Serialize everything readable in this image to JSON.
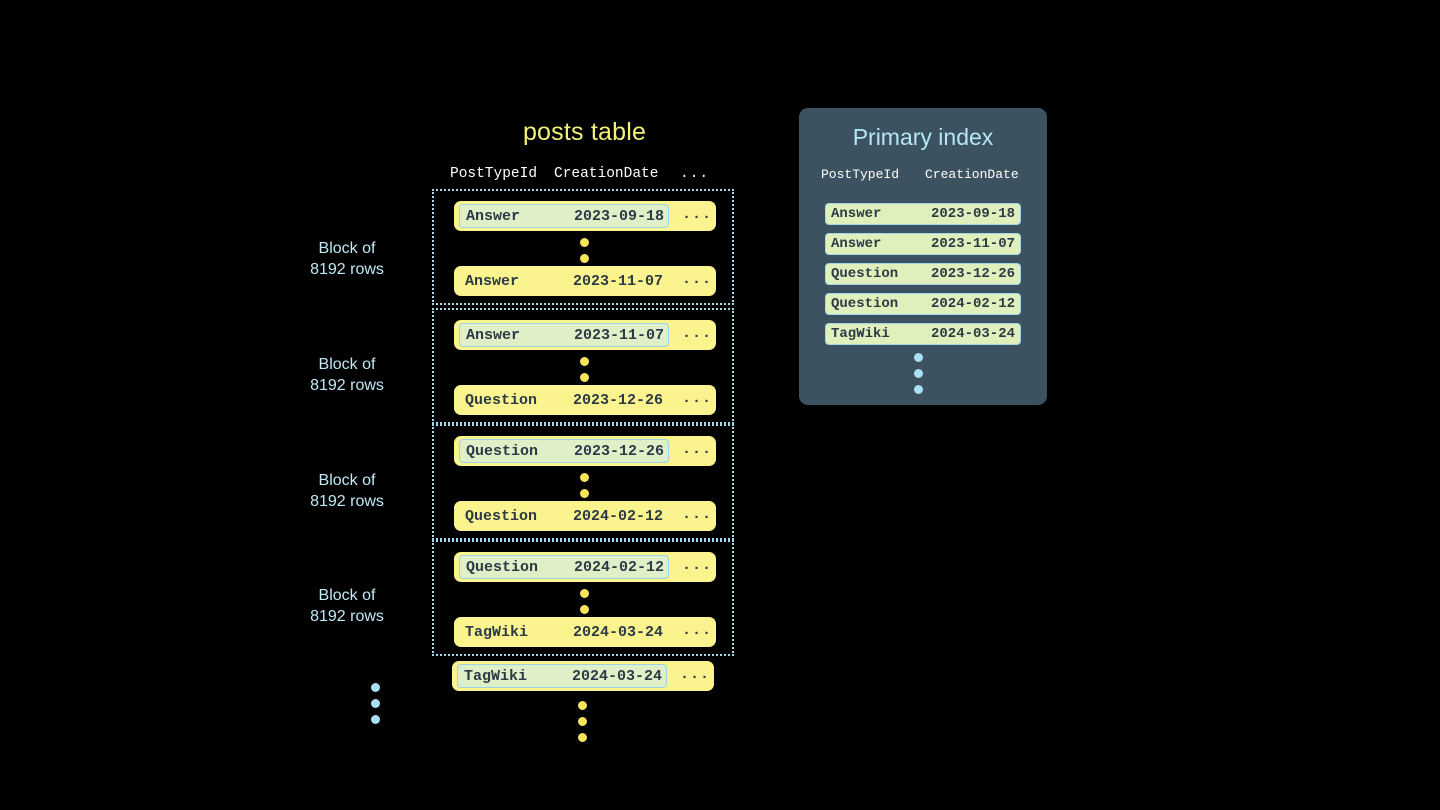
{
  "background_color": "#000000",
  "colors": {
    "row_fill": "#fbf48e",
    "row_highlight_fill": "#dff0c8",
    "row_highlight_border": "#9fd4e6",
    "block_border": "#a8d8e8",
    "posts_title": "#f2f27a",
    "block_label_text": "#bfe9f5",
    "index_panel_bg": "#3d5260",
    "index_title": "#b5e7f5",
    "index_row_fill": "#dff0bd",
    "index_row_border": "#a2d6e8",
    "dot_yellow": "#f5e65c",
    "dot_blue": "#a9e0f2",
    "mono_text": "#2b3a45",
    "header_text": "#ffffff"
  },
  "posts_table": {
    "title": "posts table",
    "columns": [
      "PostTypeId",
      "CreationDate",
      "..."
    ],
    "more_glyph": "...",
    "blocks": [
      {
        "label_line1": "Block of",
        "label_line2": "8192 rows",
        "first_row": {
          "post_type_id": "Answer",
          "creation_date": "2023-09-18",
          "more": "...",
          "highlighted": true
        },
        "last_row": {
          "post_type_id": "Answer",
          "creation_date": "2023-11-07",
          "more": "...",
          "highlighted": false
        }
      },
      {
        "label_line1": "Block of",
        "label_line2": "8192 rows",
        "first_row": {
          "post_type_id": "Answer",
          "creation_date": "2023-11-07",
          "more": "...",
          "highlighted": true
        },
        "last_row": {
          "post_type_id": "Question",
          "creation_date": "2023-12-26",
          "more": "...",
          "highlighted": false
        }
      },
      {
        "label_line1": "Block of",
        "label_line2": "8192 rows",
        "first_row": {
          "post_type_id": "Question",
          "creation_date": "2023-12-26",
          "more": "...",
          "highlighted": true
        },
        "last_row": {
          "post_type_id": "Question",
          "creation_date": "2024-02-12",
          "more": "...",
          "highlighted": false
        }
      },
      {
        "label_line1": "Block of",
        "label_line2": "8192 rows",
        "first_row": {
          "post_type_id": "Question",
          "creation_date": "2024-02-12",
          "more": "...",
          "highlighted": true
        },
        "last_row": {
          "post_type_id": "TagWiki",
          "creation_date": "2024-03-24",
          "more": "...",
          "highlighted": false
        }
      }
    ],
    "trailing_row": {
      "post_type_id": "TagWiki",
      "creation_date": "2024-03-24",
      "more": "...",
      "highlighted": true
    }
  },
  "primary_index": {
    "title": "Primary index",
    "columns": [
      "PostTypeId",
      "CreationDate"
    ],
    "rows": [
      {
        "post_type_id": "Answer",
        "creation_date": "2023-09-18"
      },
      {
        "post_type_id": "Answer",
        "creation_date": "2023-11-07"
      },
      {
        "post_type_id": "Question",
        "creation_date": "2023-12-26"
      },
      {
        "post_type_id": "Question",
        "creation_date": "2024-02-12"
      },
      {
        "post_type_id": "TagWiki",
        "creation_date": "2024-03-24"
      }
    ],
    "continuation_icon": "vertical-ellipsis"
  }
}
